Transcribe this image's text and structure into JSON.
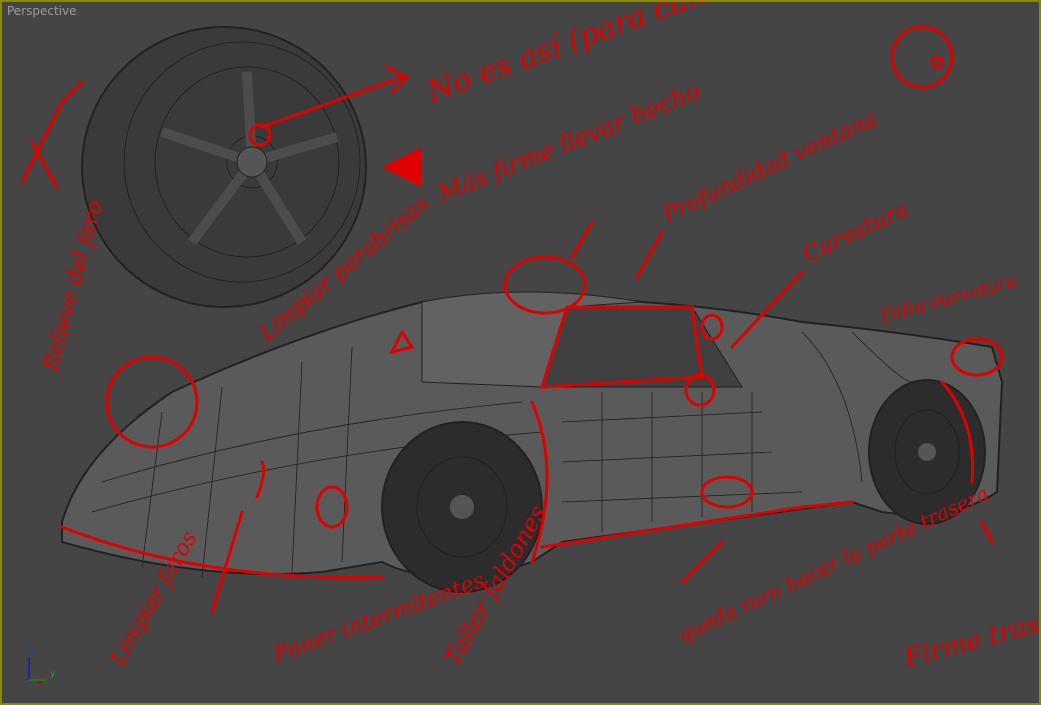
{
  "viewport": {
    "label": "Perspective",
    "border_color": "#8a8a00",
    "background": "#454545",
    "axis": {
      "z": "z",
      "x": "x",
      "y": "y"
    }
  },
  "annotations": {
    "color": "#e00000",
    "notes": [
      "No es así (para cambiar)",
      "Más firme llevar hecho",
      "Profundidad ventana",
      "Curvatura",
      "Falta curvatura",
      "Relieve del faro",
      "Limpiar parabrisas",
      "Limpiar faros",
      "Poner intermitentes",
      "Tallar faldones",
      "queda raro hacer la parte trasera",
      "Firme trasero"
    ]
  }
}
